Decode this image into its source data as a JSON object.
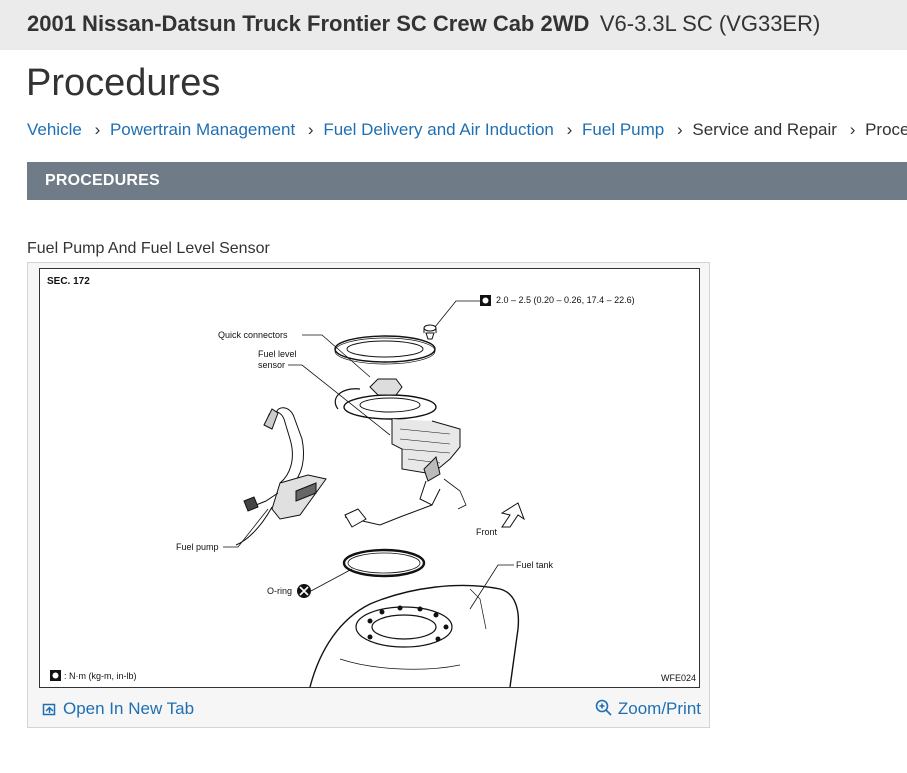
{
  "vehicle": {
    "name": "2001 Nissan-Datsun Truck Frontier SC Crew Cab 2WD",
    "engine": "V6-3.3L SC (VG33ER)"
  },
  "page_title": "Procedures",
  "breadcrumb": [
    {
      "label": "Vehicle",
      "link": true
    },
    {
      "label": "Powertrain Management",
      "link": true
    },
    {
      "label": "Fuel Delivery and Air Induction",
      "link": true
    },
    {
      "label": "Fuel Pump",
      "link": true
    },
    {
      "label": "Service and Repair",
      "link": false
    },
    {
      "label": "Proce",
      "link": false
    }
  ],
  "section_heading": "PROCEDURES",
  "figure": {
    "caption": "Fuel Pump And Fuel Level Sensor",
    "labels": {
      "sec": "SEC. 172",
      "torque": "2.0 – 2.5 (0.20 – 0.26, 17.4 – 22.6)",
      "quick_connectors": "Quick connectors",
      "fuel_level": "Fuel level",
      "sensor": "sensor",
      "fuel_pump": "Fuel pump",
      "o_ring": "O-ring",
      "front": "Front",
      "fuel_tank": "Fuel tank",
      "units": ": N·m (kg-m, in-lb)",
      "code": "WFE024"
    },
    "actions": {
      "open_tab": "Open In New Tab",
      "zoom": "Zoom/Print"
    }
  },
  "colors": {
    "link": "#1f6fb2",
    "section_bar": "#6f7b87",
    "header_bg": "#ebebeb"
  },
  "icons": [
    "open-new-tab-icon",
    "zoom-in-icon",
    "chevron-right-icon"
  ]
}
